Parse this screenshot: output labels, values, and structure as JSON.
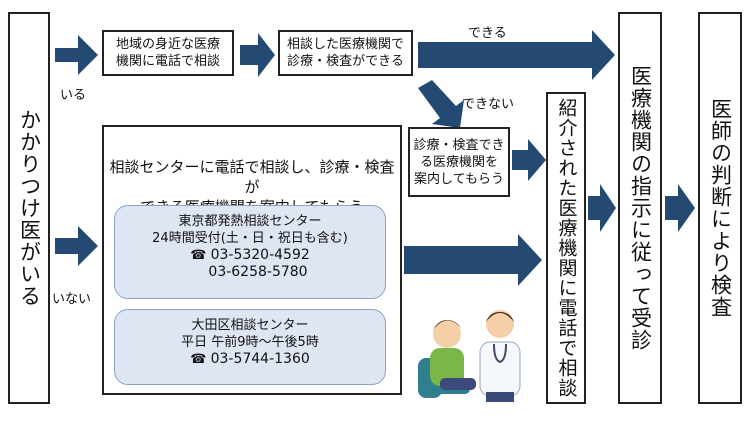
{
  "left_box": "かかりつけ医がいる",
  "label_yes": "いる",
  "label_no": "いない",
  "label_can": "できる",
  "label_cannot": "できない",
  "step1": {
    "line1": "地域の身近な医療",
    "line2": "機関に電話で相談"
  },
  "step2": {
    "line1": "相談した医療機関で",
    "line2": "診療・検査ができる"
  },
  "step3": {
    "line1": "診療・検査でき",
    "line2": "る医療機関を",
    "line3": "案内してもらう"
  },
  "center": {
    "line1": "相談センターに電話で相談し、診療・検査が",
    "line2": "できる医療機関を案内してもらう",
    "tokyo": {
      "name": "東京都発熱相談センター",
      "hours": "24時間受付(土・日・祝日も含む)",
      "phone1": "03-5320-4592",
      "phone2": "03-6258-5780"
    },
    "ota": {
      "name": "大田区相談センター",
      "hours": "平日  午前9時～午後5時",
      "phone": "03-5744-1360"
    },
    "phone_icon": "phone-icon"
  },
  "referral_box": "紹介された医療機関に電話で相談",
  "consult_box": "医療機関の指示に従って受診",
  "final_box": "医師の判断により検査",
  "colors": {
    "arrow": "#244a73",
    "sub_bg": "#dde6f2"
  }
}
